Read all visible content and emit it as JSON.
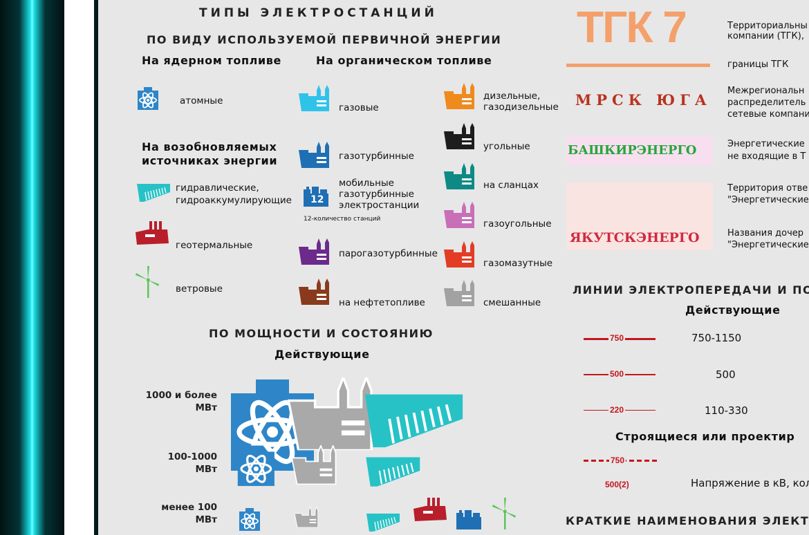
{
  "titles": {
    "main": "ТИПЫ ЭЛЕКТРОСТАНЦИЙ",
    "by_energy": "ПО ВИДУ ИСПОЛЬЗУЕМОЙ ПЕРВИЧНОЙ ЭНЕРГИИ",
    "nuclear": "На ядерном топливе",
    "organic": "На органическом топливе",
    "renewable_1": "На возобновляемых",
    "renewable_2": "источниках энергии",
    "by_power": "ПО МОЩНОСТИ И  СОСТОЯНИЮ",
    "operating": "Действующие",
    "lines": "ЛИНИИ ЭЛЕКТРОПЕРЕДАЧИ И ПО",
    "lines_operating": "Действующие",
    "lines_building": "Строящиеся или проектир",
    "short_names": "КРАТКИЕ НАИМЕНОВАНИЯ ЭЛЕКТ"
  },
  "plants": {
    "atomic": "атомные",
    "gas": "газовые",
    "gas_turbine": "газотурбинные",
    "mobile_1": "мобильные",
    "mobile_2": "газотурбинные",
    "mobile_3": "электростанции",
    "mobile_count": "12",
    "mobile_note": "12-количество станций",
    "combined_cycle": "парогазотурбинные",
    "oil": "на нефтетопливе",
    "diesel_1": "дизельные,",
    "diesel_2": "газодизельные",
    "coal": "угольные",
    "shale": "на сланцах",
    "gas_coal": "газоугольные",
    "gas_fuel_oil": "газомазутные",
    "mixed": "смешанные",
    "hydro_1": "гидравлические,",
    "hydro_2": "гидроаккумулирующие",
    "geothermal": "геотермальные",
    "wind": "ветровые"
  },
  "power": {
    "big_1": "1000 и более",
    "big_2": "МВт",
    "mid_1": "100-1000",
    "mid_2": "МВт",
    "small_1": "менее 100",
    "small_2": "МВт"
  },
  "companies": {
    "tgk": "ТГК 7",
    "tgk_desc_1": "Территориальны",
    "tgk_desc_2": "компании (ТГК),",
    "tgk_border": "границы ТГК",
    "mrsk": "МРСК ЮГА",
    "mrsk_desc_1": "Межрегиональн",
    "mrsk_desc_2": "распределитель",
    "mrsk_desc_3": "сетевые компани",
    "bash": "БАШКИРЭНЕРГО",
    "bash_desc_1": "Энергетические",
    "bash_desc_2": "не входящие в Т",
    "terr_desc_1": "Территория отве",
    "terr_desc_2": "\"Энергетические",
    "yak": "ЯКУТСКЭНЕРГО",
    "yak_desc_1": "Названия дочер",
    "yak_desc_2": "\"Энергетические"
  },
  "lines": {
    "l750": "750",
    "l750_range": "750-1150",
    "l500": "500",
    "l500_range": "500",
    "l220": "220",
    "l220_range": "110-330",
    "dash750": "750",
    "l500_2": "500(2)",
    "voltage_note": "Напряжение в кВ, кол"
  },
  "colors": {
    "atomic": "#2e86c8",
    "gas": "#2fc3ea",
    "gas_turbine": "#1f6fb4",
    "mobile": "#1f6fb4",
    "combined_cycle": "#6c2a8b",
    "oil": "#8a3a1c",
    "diesel": "#f08a1c",
    "coal": "#1d1d1d",
    "shale": "#0e8a86",
    "gas_coal": "#c86fb8",
    "gas_fuel_oil": "#e23c25",
    "mixed": "#a2a2a2",
    "hydro": "#27c2c6",
    "geothermal": "#b81f2a",
    "wind": "#5ec45a",
    "line_red": "#c4151c"
  }
}
